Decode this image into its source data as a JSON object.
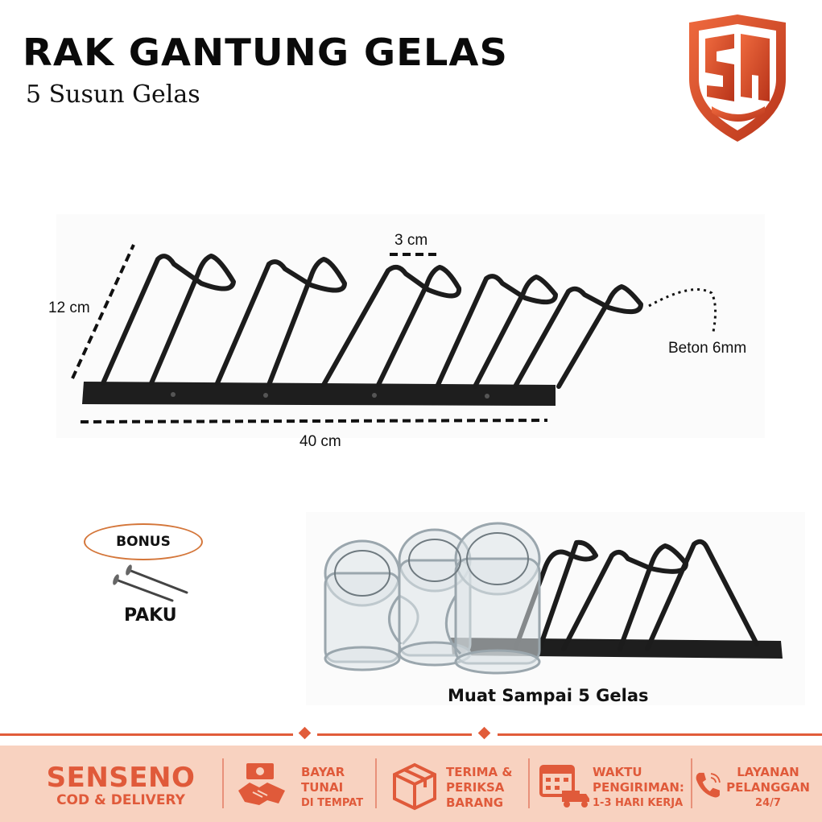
{
  "header": {
    "title": "RAK GANTUNG GELAS",
    "subtitle": "5 Susun Gelas"
  },
  "logo": {
    "icon": "shield-sh-logo",
    "colors": [
      "#e2502c",
      "#b83418"
    ]
  },
  "dimensions": {
    "height": "12 cm",
    "gap": "3 cm",
    "length": "40 cm",
    "material": "Beton 6mm"
  },
  "bonus": {
    "badge": "BONUS",
    "item": "PAKU"
  },
  "caption": "Muat Sampai 5 Gelas",
  "footer": {
    "brand_name": "SENSENO",
    "brand_sub": "COD & DELIVERY",
    "features": [
      {
        "icon": "cash-handshake-icon",
        "line1": "BAYAR",
        "line2": "TUNAI",
        "line3": "DI TEMPAT"
      },
      {
        "icon": "package-box-icon",
        "line1": "TERIMA &",
        "line2": "PERIKSA",
        "line3": "BARANG"
      },
      {
        "icon": "calendar-truck-icon",
        "line1": "WAKTU",
        "line2": "PENGIRIMAN:",
        "line3": "1-3 HARI KERJA"
      },
      {
        "icon": "phone-support-icon",
        "line1": "LAYANAN",
        "line2": "PELANGGAN",
        "line3": "24/7"
      }
    ]
  },
  "colors": {
    "accent": "#e05a3a",
    "footer_bg": "#f8d2c0",
    "rack": "#1c1c1c"
  }
}
